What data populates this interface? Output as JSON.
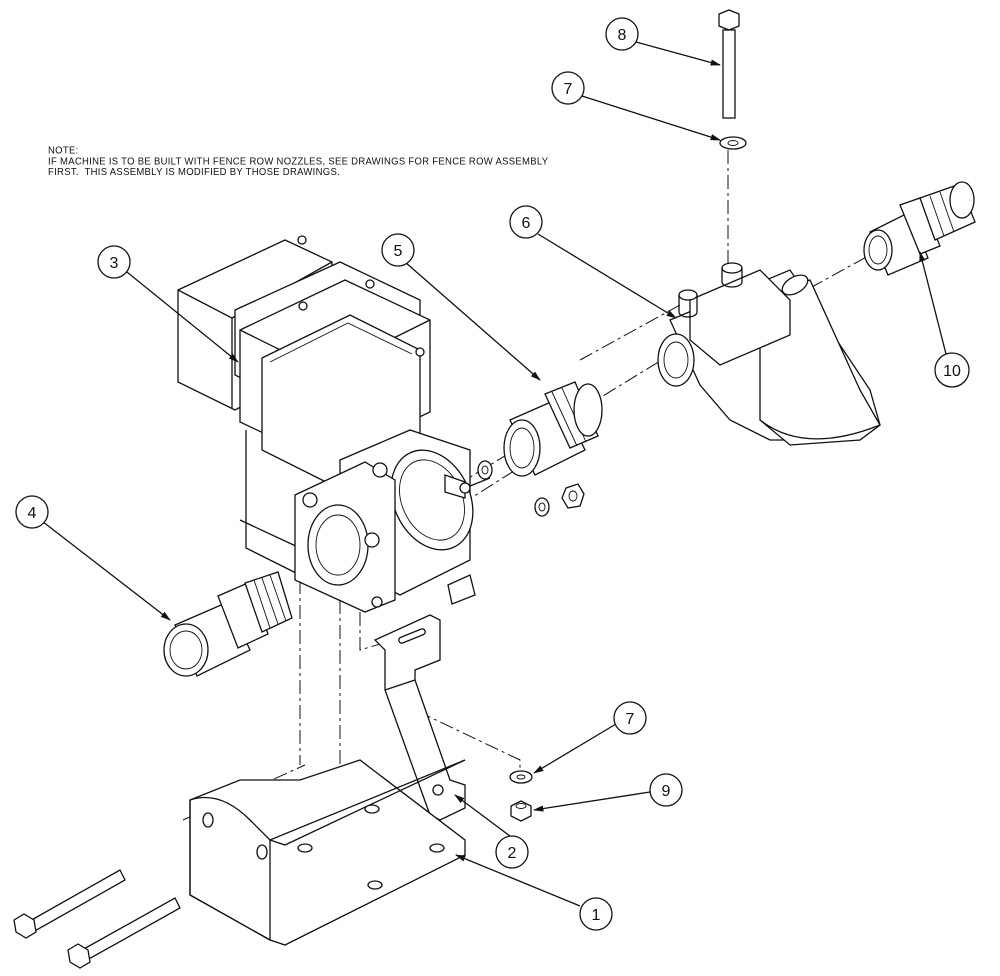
{
  "note": {
    "heading": "NOTE:",
    "line1": "IF MACHINE IS TO BE BUILT WITH FENCE ROW NOZZLES, SEE DRAWINGS FOR FENCE ROW ASSEMBLY",
    "line2": "FIRST.  THIS ASSEMBLY IS MODIFIED BY THOSE DRAWINGS."
  },
  "balloons": [
    {
      "id": "b8",
      "label": "8"
    },
    {
      "id": "b7a",
      "label": "7"
    },
    {
      "id": "b6",
      "label": "6"
    },
    {
      "id": "b5",
      "label": "5"
    },
    {
      "id": "b3",
      "label": "3"
    },
    {
      "id": "b10",
      "label": "10"
    },
    {
      "id": "b4",
      "label": "4"
    },
    {
      "id": "b7b",
      "label": "7"
    },
    {
      "id": "b9",
      "label": "9"
    },
    {
      "id": "b2",
      "label": "2"
    },
    {
      "id": "b1",
      "label": "1"
    }
  ]
}
